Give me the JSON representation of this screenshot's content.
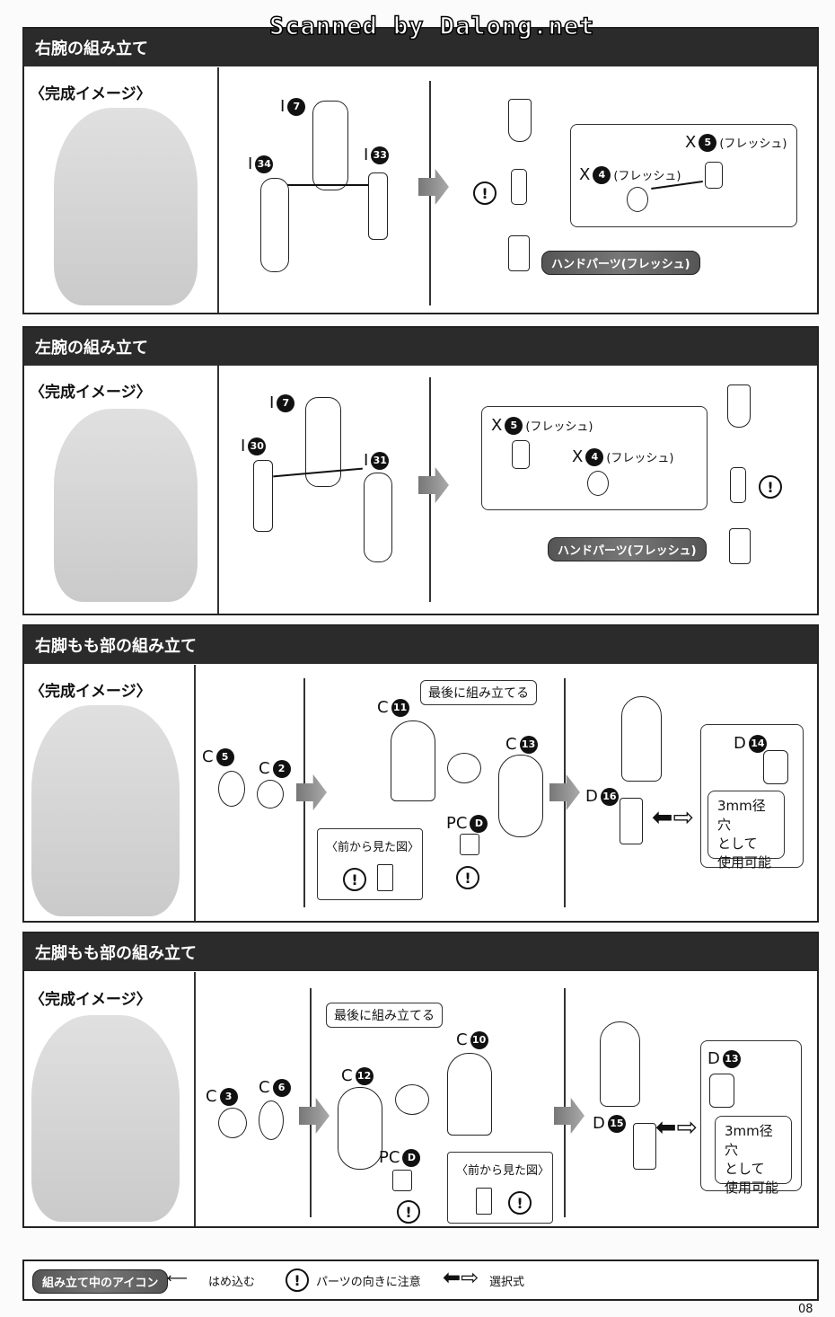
{
  "watermark": "Scanned by Dalong.net",
  "sections": [
    {
      "title": "右腕の組み立て",
      "image_label": "〈完成イメージ〉",
      "parts": [
        {
          "l": "I",
          "n": "7"
        },
        {
          "l": "I",
          "n": "34"
        },
        {
          "l": "I",
          "n": "33"
        },
        {
          "l": "X",
          "n": "5",
          "note": "(フレッシュ)"
        },
        {
          "l": "X",
          "n": "4",
          "note": "(フレッシュ)"
        }
      ],
      "badge": "ハンドパーツ(フレッシュ)",
      "warn": "!"
    },
    {
      "title": "左腕の組み立て",
      "image_label": "〈完成イメージ〉",
      "parts": [
        {
          "l": "I",
          "n": "7"
        },
        {
          "l": "I",
          "n": "30"
        },
        {
          "l": "I",
          "n": "31"
        },
        {
          "l": "X",
          "n": "5",
          "note": "(フレッシュ)"
        },
        {
          "l": "X",
          "n": "4",
          "note": "(フレッシュ)"
        }
      ],
      "badge": "ハンドパーツ(フレッシュ)",
      "warn": "!"
    },
    {
      "title": "右脚もも部の組み立て",
      "image_label": "〈完成イメージ〉",
      "parts": [
        {
          "l": "C",
          "n": "5"
        },
        {
          "l": "C",
          "n": "2"
        },
        {
          "l": "C",
          "n": "11"
        },
        {
          "l": "C",
          "n": "13"
        },
        {
          "l": "PC",
          "n": "D"
        },
        {
          "l": "D",
          "n": "14"
        },
        {
          "l": "D",
          "n": "16"
        }
      ],
      "callout": "最後に組み立てる",
      "front_view": "〈前から見た図〉",
      "note": [
        "3mm径穴",
        "として",
        "使用可能"
      ],
      "warn": "!"
    },
    {
      "title": "左脚もも部の組み立て",
      "image_label": "〈完成イメージ〉",
      "parts": [
        {
          "l": "C",
          "n": "3"
        },
        {
          "l": "C",
          "n": "6"
        },
        {
          "l": "C",
          "n": "12"
        },
        {
          "l": "C",
          "n": "10"
        },
        {
          "l": "PC",
          "n": "D"
        },
        {
          "l": "D",
          "n": "13"
        },
        {
          "l": "D",
          "n": "15"
        }
      ],
      "callout": "最後に組み立てる",
      "front_view": "〈前から見た図〉",
      "note": [
        "3mm径穴",
        "として",
        "使用可能"
      ],
      "warn": "!"
    }
  ],
  "legend": {
    "badge": "組み立て中のアイコン",
    "insert": "はめ込む",
    "caution": "パーツの向きに注意",
    "select": "選択式",
    "warn": "!"
  },
  "page_number": "08"
}
